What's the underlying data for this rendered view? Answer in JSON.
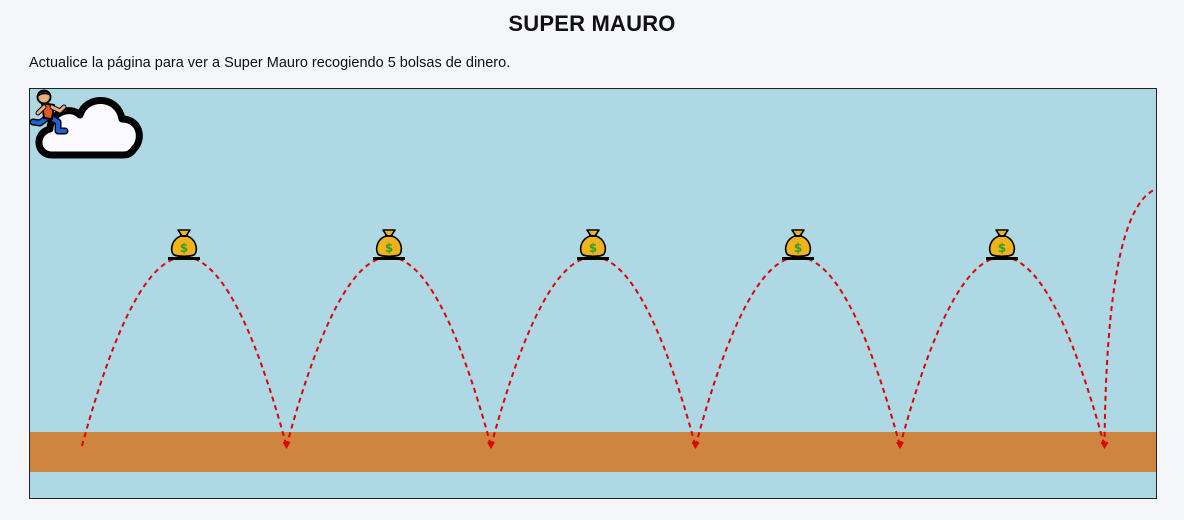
{
  "title": "SUPER MAURO",
  "instructions": "Actualice la página para ver a Super Mauro recogiendo 5 bolsas de dinero.",
  "game": {
    "colors": {
      "sky": "#add8e4",
      "ground": "#cd853f",
      "trajectory": "#e00000",
      "cloud_fill": "#fafaff",
      "cloud_outline": "#000000",
      "bag": "#f1b31c",
      "dollar": "#2e9e2e"
    },
    "bag_count": 5,
    "icons": {
      "cloud": "cloud-icon",
      "bag": "money-bag-icon",
      "player": "running-person-icon"
    }
  }
}
